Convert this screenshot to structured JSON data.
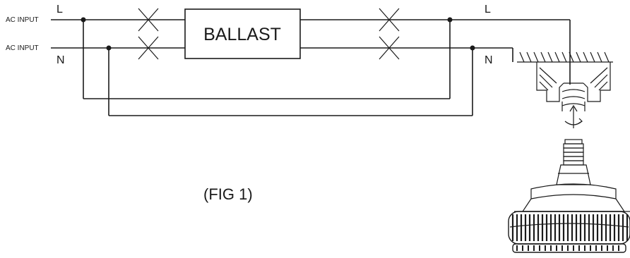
{
  "labels": {
    "ac_input_top": "AC INPUT",
    "ac_input_bottom": "AC INPUT",
    "line_left": "L",
    "neutral_left": "N",
    "line_right": "L",
    "neutral_right": "N",
    "ballast": "BALLAST",
    "figure_caption": "(FIG 1)"
  },
  "colors": {
    "line": "#1a1a1a",
    "background": "#ffffff"
  }
}
